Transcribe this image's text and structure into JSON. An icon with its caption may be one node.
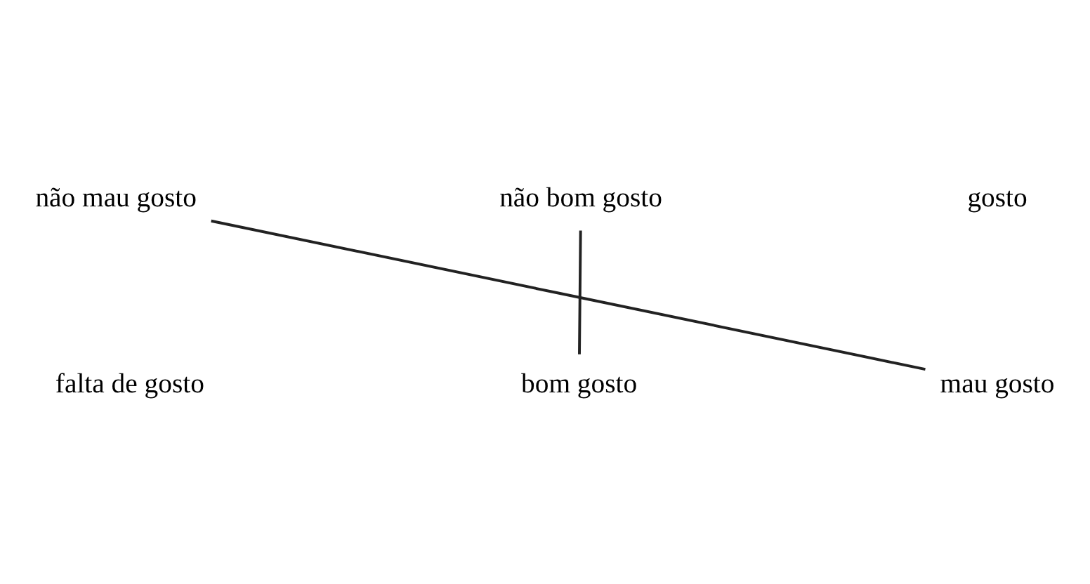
{
  "diagram": {
    "nodes": [
      {
        "text": [
          "bom gosto"
        ]
      },
      {
        "text": [
          "mau gosto"
        ]
      },
      {
        "text": [
          "não mau gosto"
        ]
      },
      {
        "text": [
          "não bom gosto"
        ]
      }
    ],
    "edges": [
      {
        "from": 0,
        "to": 3,
        "arrow": "none"
      },
      {
        "from": 1,
        "to": 2,
        "arrow": "none"
      }
    ],
    "labels": [
      "gosto",
      "falta de gosto"
    ]
  }
}
